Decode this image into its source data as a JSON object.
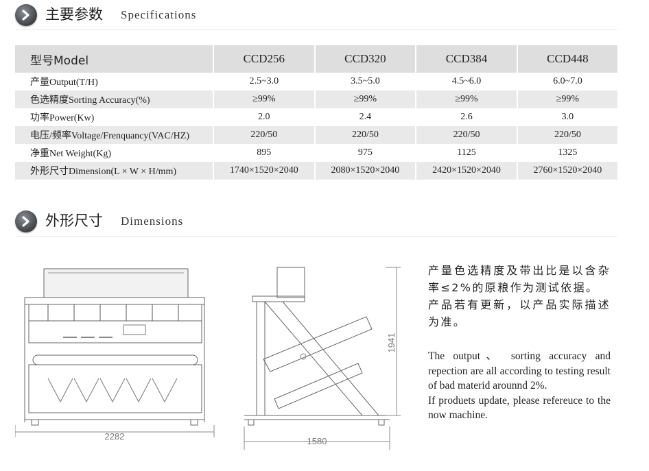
{
  "spec_section": {
    "title_cn": "主要参数",
    "title_en": "Specifications"
  },
  "dim_section": {
    "title_cn": "外形尺寸",
    "title_en": "Dimensions"
  },
  "table": {
    "header": {
      "label": "型号Model",
      "models": [
        "CCD256",
        "CCD320",
        "CCD384",
        "CCD448"
      ]
    },
    "rows": [
      {
        "label": "产量Output(T/H)",
        "values": [
          "2.5~3.0",
          "3.5~5.0",
          "4.5~6.0",
          "6.0~7.0"
        ]
      },
      {
        "label": "色选精度Sorting Accuracy(%)",
        "values": [
          "≥99%",
          "≥99%",
          "≥99%",
          "≥99%"
        ]
      },
      {
        "label": "功率Power(Kw)",
        "values": [
          "2.0",
          "2.4",
          "2.6",
          "3.0"
        ]
      },
      {
        "label": "电压/频率Voltage/Frenquancy(VAC/HZ)",
        "values": [
          "220/50",
          "220/50",
          "220/50",
          "220/50"
        ]
      },
      {
        "label": "净重Net Weight(Kg)",
        "values": [
          "895",
          "975",
          "1125",
          "1325"
        ]
      },
      {
        "label": "外形尺寸Dimension(L × W × H/mm)",
        "values": [
          "1740×1520×2040",
          "2080×1520×2040",
          "2420×1520×2040",
          "2760×1520×2040"
        ]
      }
    ]
  },
  "drawing": {
    "width_label": "2282",
    "depth_label": "1580",
    "height_label": "1941"
  },
  "notes": {
    "cn": [
      "产量色选精度及带出比是以含杂率≤2%的原粮作为测试依据。",
      "产品若有更新，以产品实际描述为准。"
    ],
    "en": [
      "The output、 sorting accuracy and repection are all according to testing result of bad materid arounnd 2%.",
      "If produets update, please refereuce to the now machine."
    ]
  },
  "colors": {
    "header_bg": "#dedede",
    "stripe_bg": "#e9e9e9",
    "icon_dark": "#3d4247"
  }
}
